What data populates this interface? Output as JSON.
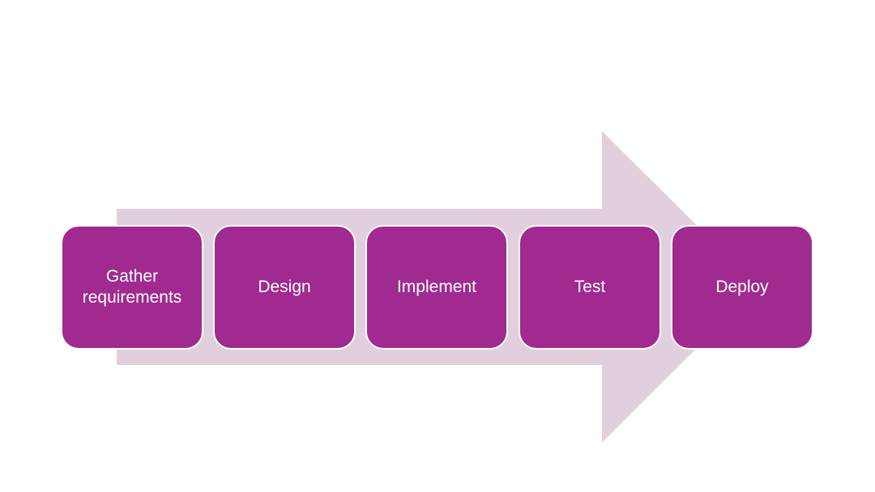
{
  "colors": {
    "arrow": "#e2cfdd",
    "box_fill": "#a02a90",
    "box_text": "#ffffff"
  },
  "steps": [
    {
      "label": "Gather requirements"
    },
    {
      "label": "Design"
    },
    {
      "label": "Implement"
    },
    {
      "label": "Test"
    },
    {
      "label": "Deploy"
    }
  ]
}
